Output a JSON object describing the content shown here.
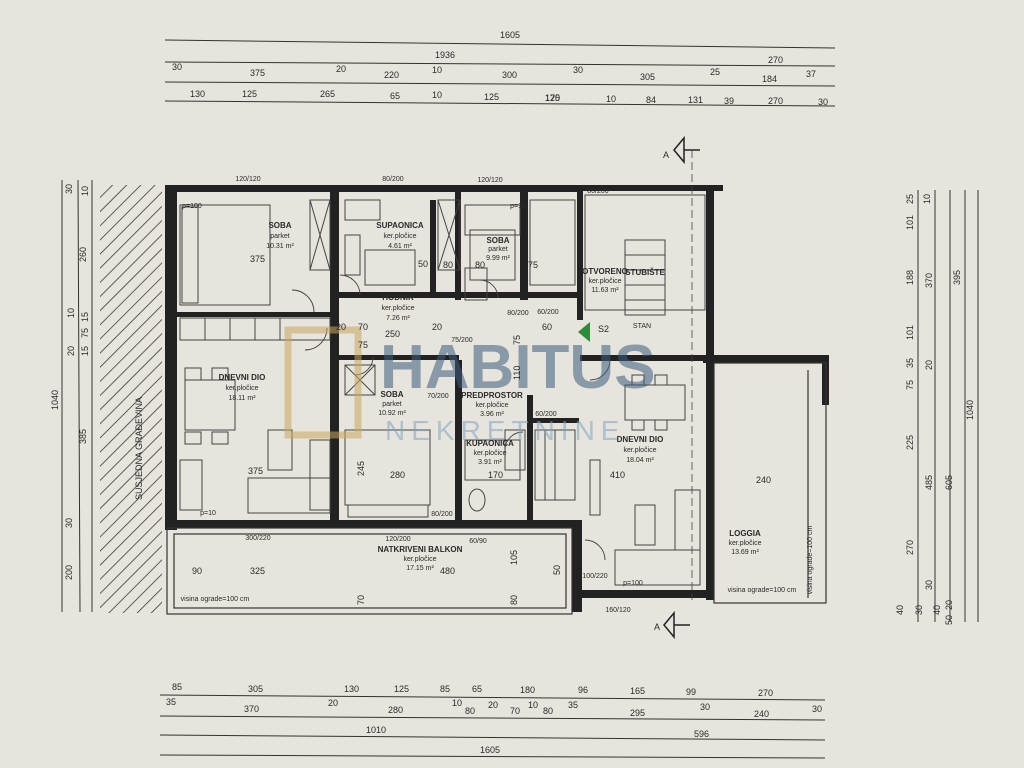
{
  "rooms": [
    {
      "name": "SOBA",
      "floor": "parket",
      "area": "10.31 m²"
    },
    {
      "name": "SUPAONICA",
      "floor": "ker.pločice",
      "area": "4.61 m²"
    },
    {
      "name": "SOBA",
      "floor": "parket",
      "area": "9.99 m²"
    },
    {
      "name": "OTVORENO",
      "floor": "ker.pločice",
      "area": "11.63 m²"
    },
    {
      "name": "STUBIŠTE",
      "floor": "",
      "area": ""
    },
    {
      "name": "HODNIK",
      "floor": "ker.pločice",
      "area": "7.26 m²"
    },
    {
      "name": "DNEVNI DIO",
      "floor": "ker.pločice",
      "area": "18.11 m²"
    },
    {
      "name": "SOBA",
      "floor": "parket",
      "area": "10.92 m²"
    },
    {
      "name": "PREDPROSTOR",
      "floor": "ker.pločice",
      "area": "3.96 m²"
    },
    {
      "name": "KUPAONICA",
      "floor": "ker.pločice",
      "area": "3.91 m²"
    },
    {
      "name": "DNEVNI DIO",
      "floor": "ker.pločice",
      "area": "18.04 m²"
    },
    {
      "name": "NATKRIVENI BALKON",
      "floor": "ker.pločice",
      "area": "17.15 m²"
    },
    {
      "name": "LOGGIA",
      "floor": "ker.pločice",
      "area": "13.69 m²"
    }
  ],
  "neighbor_label": "SUSJEDNA GRAĐEVINA",
  "section_markers": [
    "A",
    "A"
  ],
  "s2_label": "S2",
  "watermark": {
    "main": "HABITUS",
    "sub": "NEKRETNINE"
  },
  "top_dims": {
    "row1": [
      "1605"
    ],
    "row2": [
      "1936",
      "270"
    ],
    "row3": [
      "30",
      "375",
      "20",
      "220",
      "10",
      "300",
      "30",
      "305",
      "25",
      "184",
      "37"
    ],
    "row4": [
      "130",
      "125",
      "265",
      "65",
      "125",
      "10",
      "125",
      "170",
      "10",
      "84",
      "131",
      "39",
      "270",
      "30"
    ]
  },
  "bottom_dims": {
    "row1": [
      "85",
      "305",
      "130",
      "125",
      "85",
      "65",
      "180",
      "96",
      "165",
      "99",
      "270"
    ],
    "row2": [
      "35",
      "370",
      "20",
      "280",
      "10",
      "80",
      "20",
      "70",
      "10",
      "80",
      "35",
      "295",
      "30",
      "240",
      "30"
    ],
    "row3": [
      "1010",
      "596"
    ],
    "row4": [
      "1605"
    ]
  },
  "left_dims": [
    "30",
    "10",
    "260",
    "10",
    "15",
    "75",
    "20",
    "15",
    "1040",
    "385",
    "30",
    "200"
  ],
  "right_dims": [
    "25",
    "10",
    "101",
    "188",
    "370",
    "101",
    "35",
    "20",
    "75",
    "395",
    "225",
    "485",
    "605",
    "1040",
    "270",
    "30",
    "40",
    "30",
    "40",
    "20",
    "50"
  ],
  "interior_dims": [
    "375",
    "20",
    "70",
    "20",
    "75",
    "250",
    "50",
    "80",
    "75",
    "60",
    "80",
    "375",
    "245",
    "280",
    "110",
    "170",
    "75",
    "410",
    "240",
    "90",
    "325",
    "480",
    "105",
    "70",
    "80",
    "50",
    "120/120",
    "120/120",
    "80/200",
    "80/200",
    "60/200",
    "70/200",
    "100/220",
    "60/90",
    "80/200",
    "75/200",
    "60/200",
    "80/200",
    "160/120",
    "300/220",
    "120/200",
    "p=100",
    "p=100",
    "p=10",
    "p=10"
  ],
  "railing_note": "visina ograde=100 cm",
  "sign_tag": "STAN"
}
